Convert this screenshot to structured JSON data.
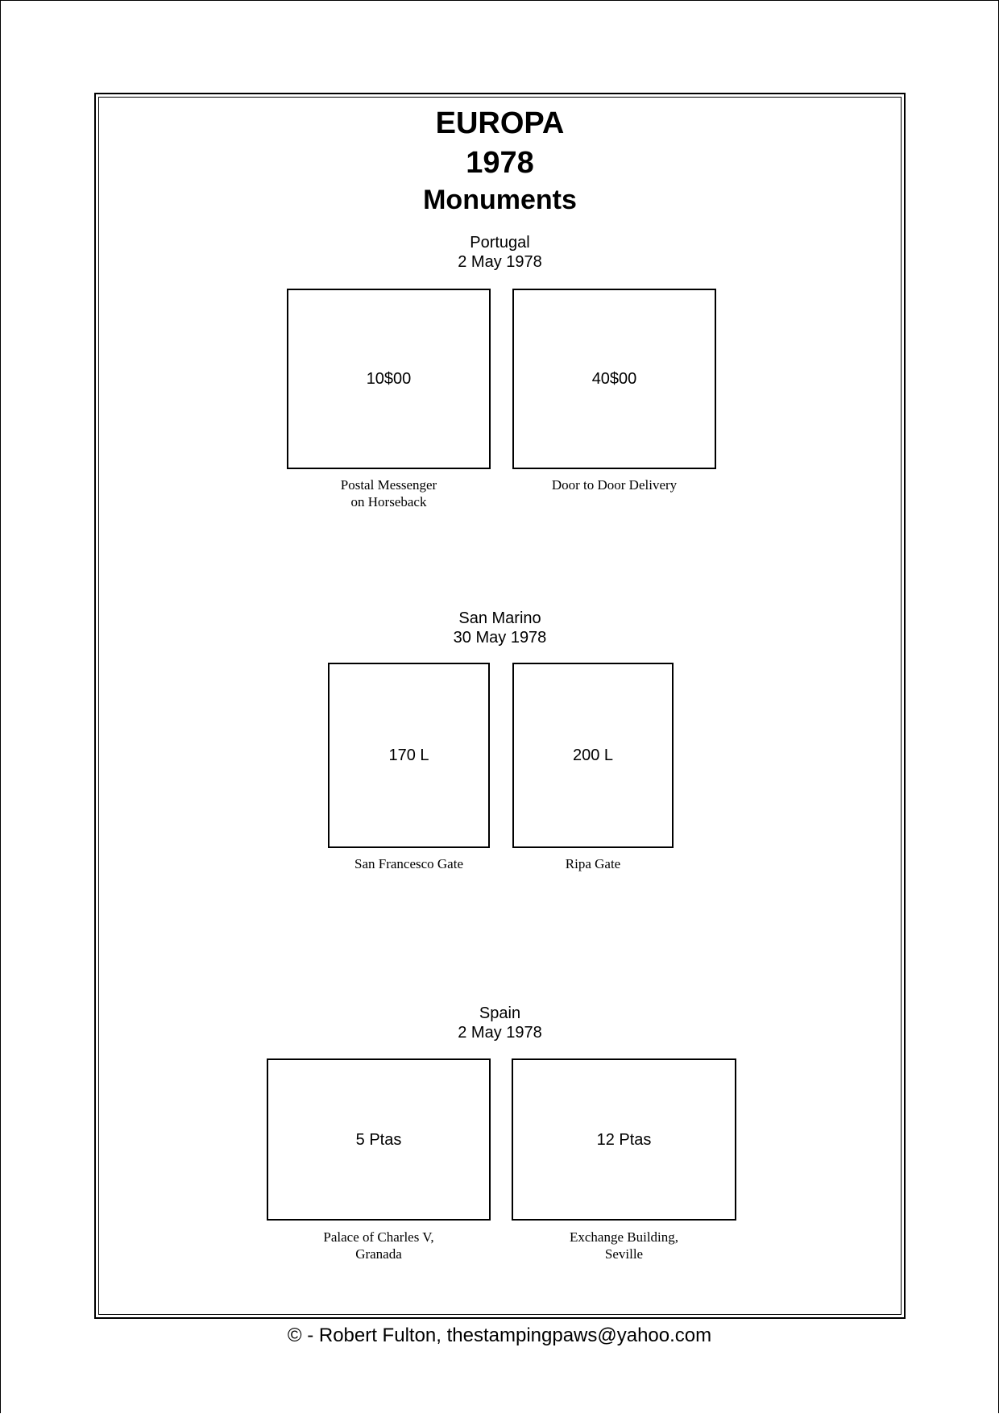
{
  "header": {
    "line1": "EUROPA",
    "line2": "1978",
    "line3": "Monuments"
  },
  "sections": [
    {
      "country": "Portugal",
      "date": "2 May 1978",
      "stamps": [
        {
          "denomination": "10$00",
          "caption_line1": "Postal Messenger",
          "caption_line2": "on Horseback"
        },
        {
          "denomination": "40$00",
          "caption_line1": "Door to Door Delivery",
          "caption_line2": ""
        }
      ]
    },
    {
      "country": "San Marino",
      "date": "30 May 1978",
      "stamps": [
        {
          "denomination": "170 L",
          "caption_line1": "San Francesco Gate",
          "caption_line2": ""
        },
        {
          "denomination": "200 L",
          "caption_line1": "Ripa Gate",
          "caption_line2": ""
        }
      ]
    },
    {
      "country": "Spain",
      "date": "2 May 1978",
      "stamps": [
        {
          "denomination": "5 Ptas",
          "caption_line1": "Palace of Charles V,",
          "caption_line2": "Granada"
        },
        {
          "denomination": "12 Ptas",
          "caption_line1": "Exchange Building,",
          "caption_line2": "Seville"
        }
      ]
    }
  ],
  "footer": {
    "copyright": "© -  Robert Fulton, thestampingpaws@yahoo.com"
  }
}
